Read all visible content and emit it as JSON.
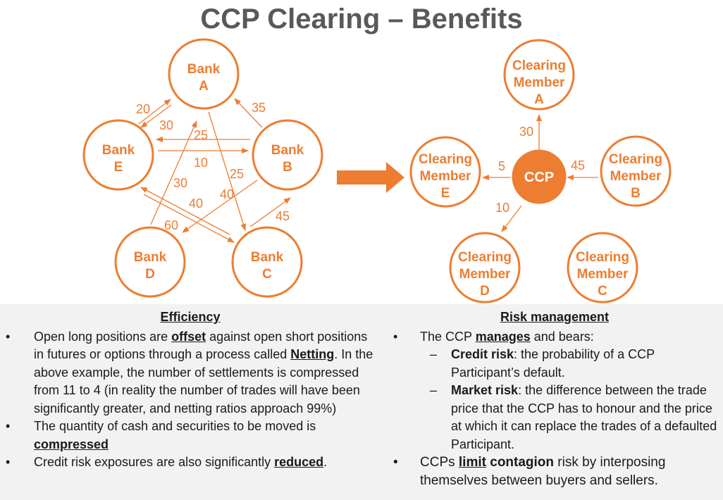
{
  "title": "CCP Clearing – Benefits",
  "left_diagram": {
    "nodes": [
      {
        "id": "A",
        "lines": [
          "Bank",
          "A"
        ]
      },
      {
        "id": "B",
        "lines": [
          "Bank",
          "B"
        ]
      },
      {
        "id": "C",
        "lines": [
          "Bank",
          "C"
        ]
      },
      {
        "id": "D",
        "lines": [
          "Bank",
          "D"
        ]
      },
      {
        "id": "E",
        "lines": [
          "Bank",
          "E"
        ]
      }
    ],
    "edges": [
      {
        "from": "E",
        "to": "A",
        "label": "20"
      },
      {
        "from": "A",
        "to": "E",
        "label": "30"
      },
      {
        "from": "B",
        "to": "A",
        "label": "35"
      },
      {
        "from": "B",
        "to": "E",
        "label": "25"
      },
      {
        "from": "E",
        "to": "B",
        "label": "10"
      },
      {
        "from": "A",
        "to": "C",
        "label": "25"
      },
      {
        "from": "D",
        "to": "A",
        "label": "30"
      },
      {
        "from": "C",
        "to": "E",
        "label": "40"
      },
      {
        "from": "B",
        "to": "D",
        "label": "40"
      },
      {
        "from": "C",
        "to": "B",
        "label": "45"
      },
      {
        "from": "E",
        "to": "C",
        "label": "60"
      }
    ]
  },
  "right_diagram": {
    "hub": "CCP",
    "nodes": [
      {
        "id": "A",
        "lines": [
          "Clearing",
          "Member",
          "A"
        ]
      },
      {
        "id": "B",
        "lines": [
          "Clearing",
          "Member",
          "B"
        ]
      },
      {
        "id": "C",
        "lines": [
          "Clearing",
          "Member",
          "C"
        ]
      },
      {
        "id": "D",
        "lines": [
          "Clearing",
          "Member",
          "D"
        ]
      },
      {
        "id": "E",
        "lines": [
          "Clearing",
          "Member",
          "E"
        ]
      }
    ],
    "edges": [
      {
        "from": "CCP",
        "to": "A",
        "label": "30"
      },
      {
        "from": "B",
        "to": "CCP",
        "label": "45"
      },
      {
        "from": "CCP",
        "to": "E",
        "label": "5"
      },
      {
        "from": "CCP",
        "to": "D",
        "label": "10"
      }
    ]
  },
  "efficiency": {
    "heading": "Efficiency",
    "b1_t1": "Open long positions are ",
    "b1_k1": "offset",
    "b1_t2": " against open short positions in futures or options through a process called ",
    "b1_k2": "Netting",
    "b1_t3": ". In the above example, the number of settlements is compressed from 11 to 4 (in reality the number of trades will have been significantly greater, and netting ratios  approach  99%)",
    "b2_t1": "The quantity of cash and securities to be moved is ",
    "b2_k1": "compressed",
    "b3_t1": "Credit risk exposures are also significantly ",
    "b3_k1": "reduced",
    "b3_t2": "."
  },
  "risk": {
    "heading": "Risk management",
    "b1_t1": "The CCP ",
    "b1_k1": "manages",
    "b1_t2": " and bears:",
    "s1_k": "Credit risk",
    "s1_t": ": the probability of a CCP Participant’s default.",
    "s2_k": "Market risk",
    "s2_t": ": the difference between the trade price that the CCP has to honour and the price at which it can replace the trades of a defaulted Participant.",
    "b2_t1": "CCPs ",
    "b2_k1": "limit",
    "b2_t2": " ",
    "b2_k2": "contagion",
    "b2_t3": " risk by interposing themselves between buyers and sellers."
  },
  "colors": {
    "accent": "#ED7D31",
    "title": "#595959",
    "panel": "#f2f2f2"
  }
}
